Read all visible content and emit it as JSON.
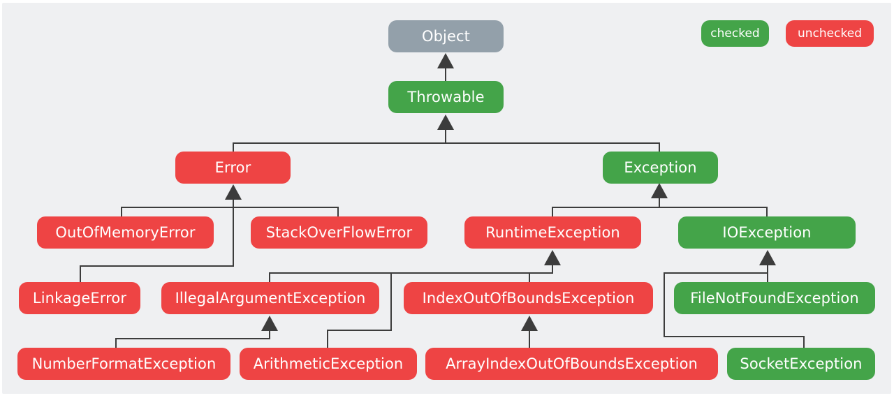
{
  "colors": {
    "checked": "#44a449",
    "unchecked": "#ee4444",
    "root": "#93a0aa",
    "line": "#3c3c3c",
    "background": "#eff0f2"
  },
  "legend": {
    "checked": "checked",
    "unchecked": "unchecked"
  },
  "nodes": {
    "object": "Object",
    "throwable": "Throwable",
    "error": "Error",
    "exception": "Exception",
    "out_of_memory_error": "OutOfMemoryError",
    "stack_overflow_error": "StackOverFlowError",
    "linkage_error": "LinkageError",
    "runtime_exception": "RuntimeException",
    "io_exception": "IOException",
    "illegal_argument_exception": "IllegalArgumentException",
    "index_out_of_bounds_exception": "IndexOutOfBoundsException",
    "file_not_found_exception": "FileNotFoundException",
    "number_format_exception": "NumberFormatException",
    "arithmetic_exception": "ArithmeticException",
    "array_index_out_of_bounds_exception": "ArrayIndexOutOfBoundsException",
    "socket_exception": "SocketException"
  }
}
